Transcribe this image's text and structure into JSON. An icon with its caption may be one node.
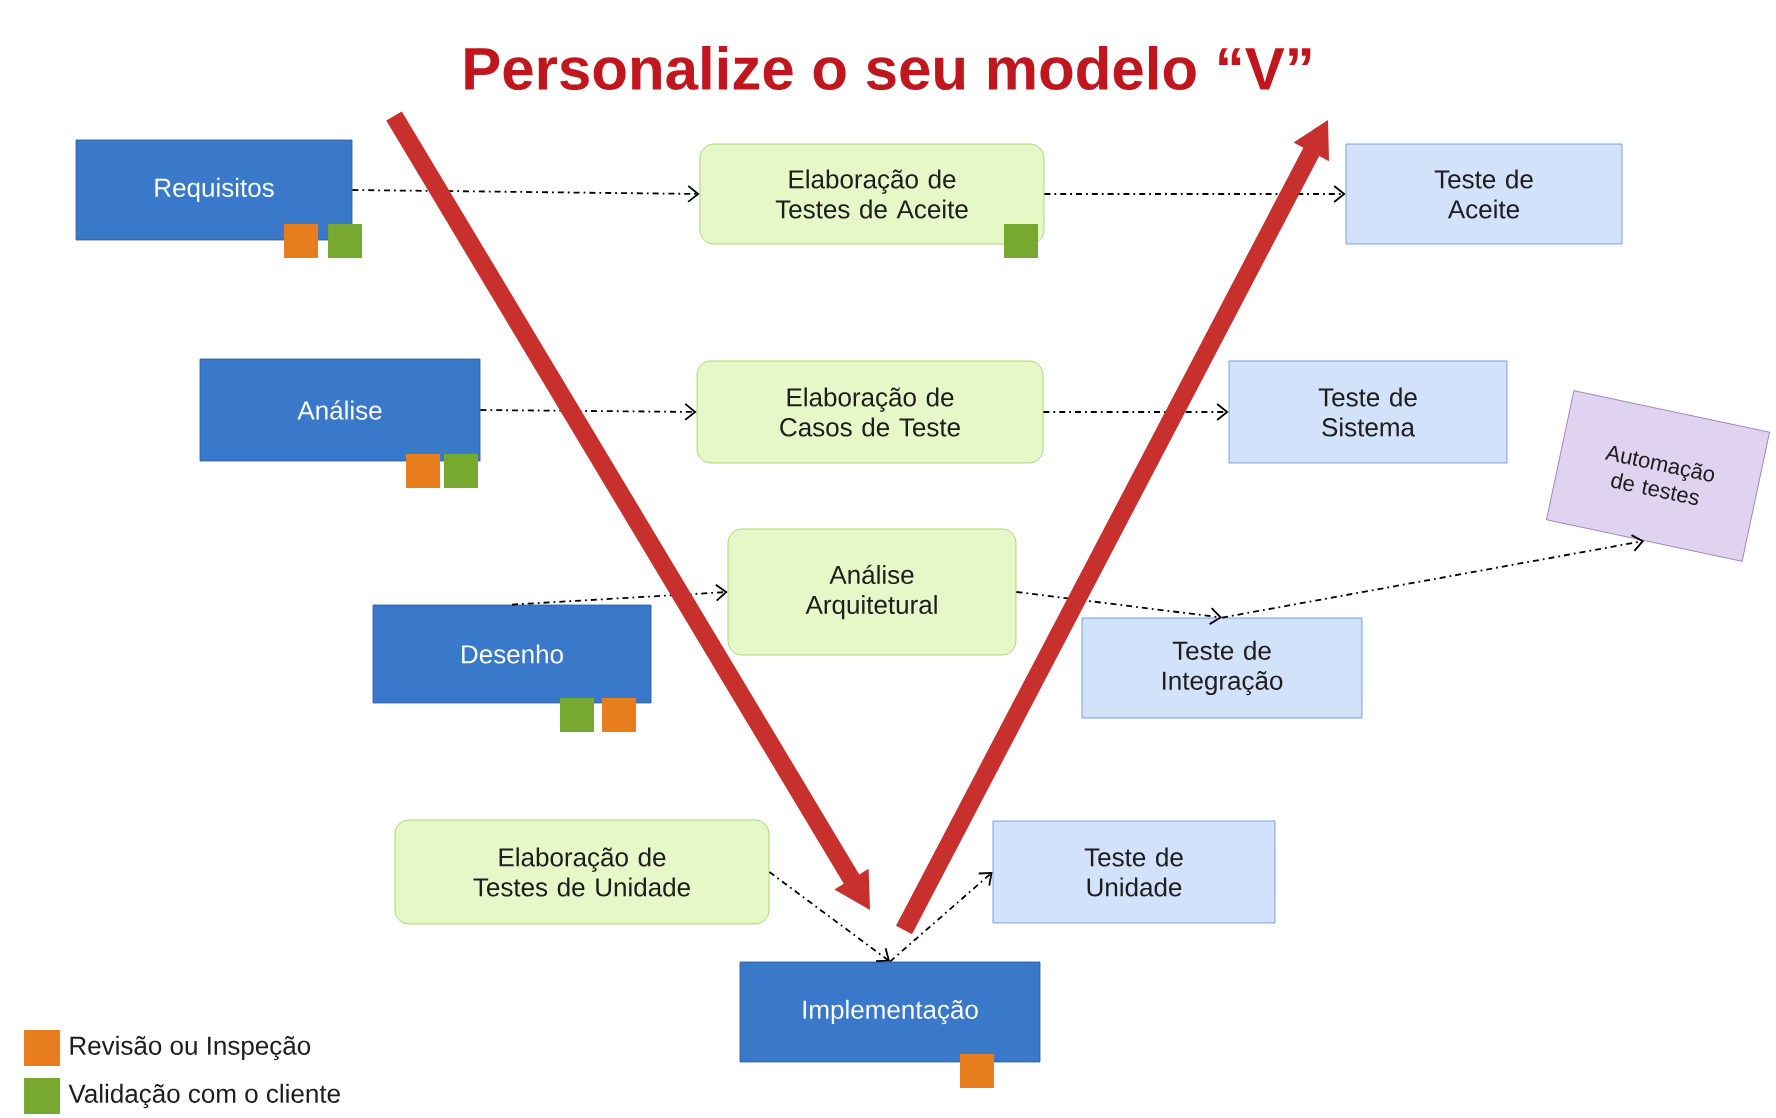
{
  "diagram": {
    "title": "Personalize o seu modelo “V”",
    "nodes": [
      {
        "text": [
          "Requisitos"
        ]
      },
      {
        "text": [
          "Elaboração de Testes de Aceite"
        ]
      },
      {
        "text": [
          "Teste de Aceite"
        ]
      },
      {
        "text": [
          "Análise"
        ]
      },
      {
        "text": [
          "Elaboração de Casos de Teste"
        ]
      },
      {
        "text": [
          "Teste de Sistema"
        ]
      },
      {
        "text": [
          "Automação de testes"
        ]
      },
      {
        "text": [
          "Desenho"
        ]
      },
      {
        "text": [
          "Análise Arquitetural"
        ]
      },
      {
        "text": [
          "Teste de Integração"
        ]
      },
      {
        "text": [
          "Elaboração de Testes de Unidade"
        ]
      },
      {
        "text": [
          "Teste de Unidade"
        ]
      },
      {
        "text": [
          "Implementação"
        ]
      }
    ],
    "edges": [
      {
        "from": 0,
        "to": 1,
        "arrow": "to"
      },
      {
        "from": 1,
        "to": 2,
        "arrow": "to"
      },
      {
        "from": 3,
        "to": 4,
        "arrow": "to"
      },
      {
        "from": 4,
        "to": 5,
        "arrow": "to"
      },
      {
        "from": 7,
        "to": 8,
        "arrow": "to"
      },
      {
        "from": 8,
        "to": 9,
        "arrow": "to"
      },
      {
        "from": 9,
        "to": 6,
        "arrow": "to"
      },
      {
        "from": 10,
        "to": 12,
        "arrow": "to"
      },
      {
        "from": 12,
        "to": 11,
        "arrow": "to"
      },
      {
        "from": null,
        "to": 12,
        "arrow": "to",
        "style": "thick",
        "color": "#c8302e"
      },
      {
        "from": 12,
        "to": null,
        "arrow": "to",
        "style": "thick",
        "color": "#c8302e"
      }
    ],
    "legend": [
      {
        "text": "Revisão ou Inspeção",
        "color": "#e87d1e"
      },
      {
        "text": "Validação com o cliente",
        "color": "#77a830"
      }
    ]
  }
}
